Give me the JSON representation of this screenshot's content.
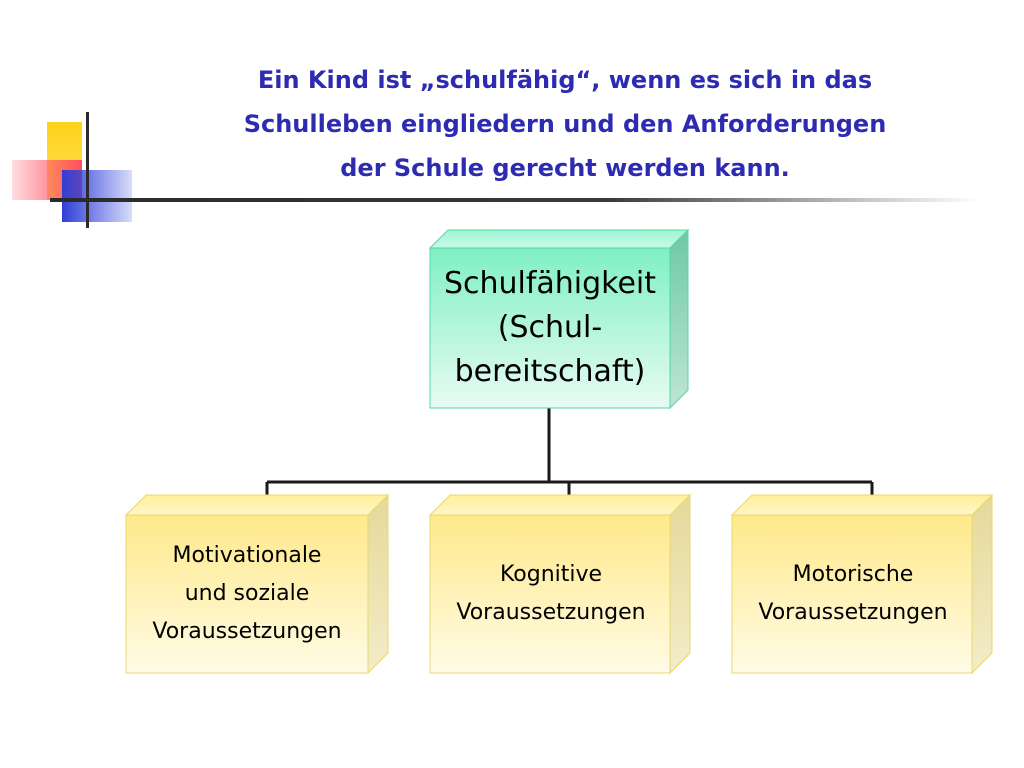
{
  "title": {
    "line1": "Ein Kind ist „schulfähig“, wenn es sich in das",
    "line2": "Schulleben eingliedern und den Anforderungen",
    "line3": "der Schule gerecht werden kann."
  },
  "diagram": {
    "root": {
      "line1": "Schulfähigkeit",
      "line2": "(Schul-",
      "line3": "bereitschaft)"
    },
    "children": [
      {
        "line1": "Motivationale",
        "line2": "und soziale",
        "line3": "Voraussetzungen"
      },
      {
        "line1": "Kognitive",
        "line2": "Voraussetzungen"
      },
      {
        "line1": "Motorische",
        "line2": "Voraussetzungen"
      }
    ]
  },
  "colors": {
    "title": "#2e2bb3",
    "root_fill": "#a6f5d8",
    "child_fill": "#fff4b0",
    "connector": "#1a1a1a"
  }
}
